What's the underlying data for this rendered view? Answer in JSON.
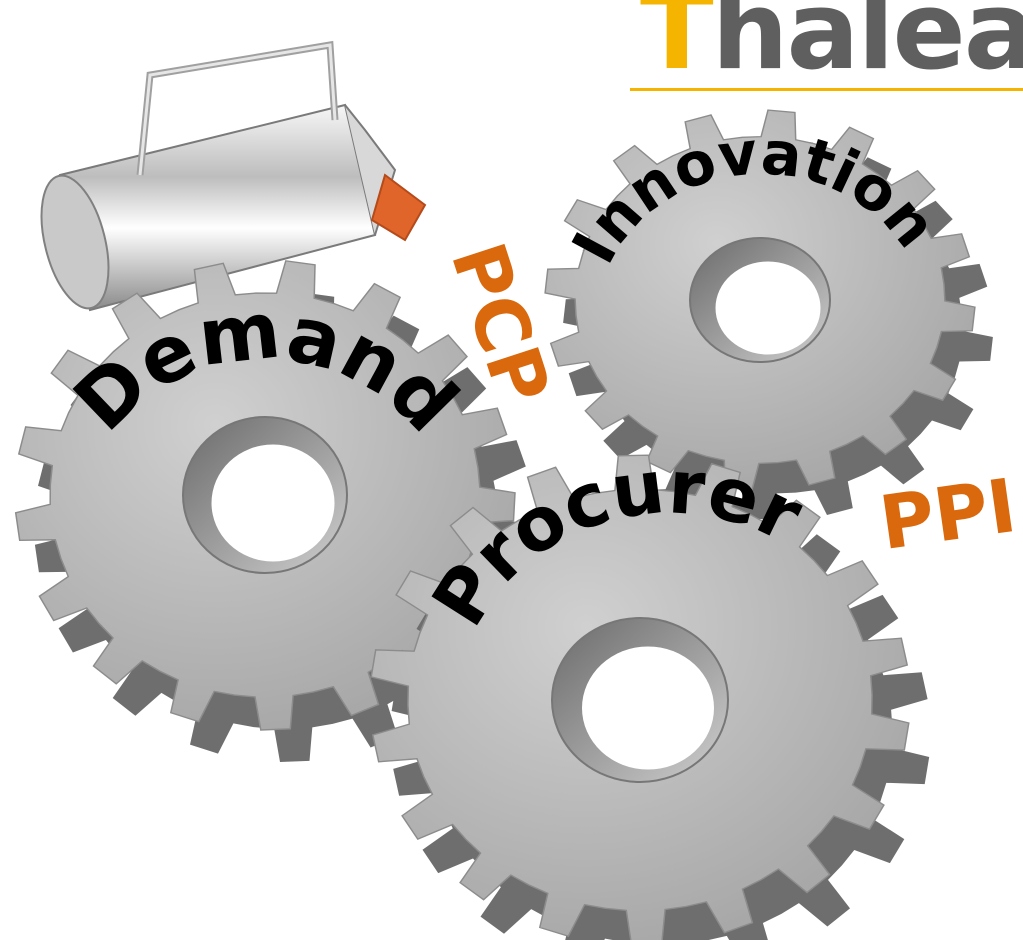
{
  "logo": {
    "first_letter": "T",
    "rest": "halea"
  },
  "gears": {
    "demand": "Demand",
    "innovation": "Innovation",
    "procurer": "Procurer"
  },
  "tags": {
    "pcp": "PCP",
    "ppi": "PPI"
  },
  "colors": {
    "gear": "#b4b4b4",
    "gear_dark": "#6e6e6e",
    "accent_orange": "#d9690c",
    "logo_yellow": "#f4b400",
    "logo_gray": "#5f5f5f"
  },
  "icons": [
    "oil-can-icon"
  ]
}
